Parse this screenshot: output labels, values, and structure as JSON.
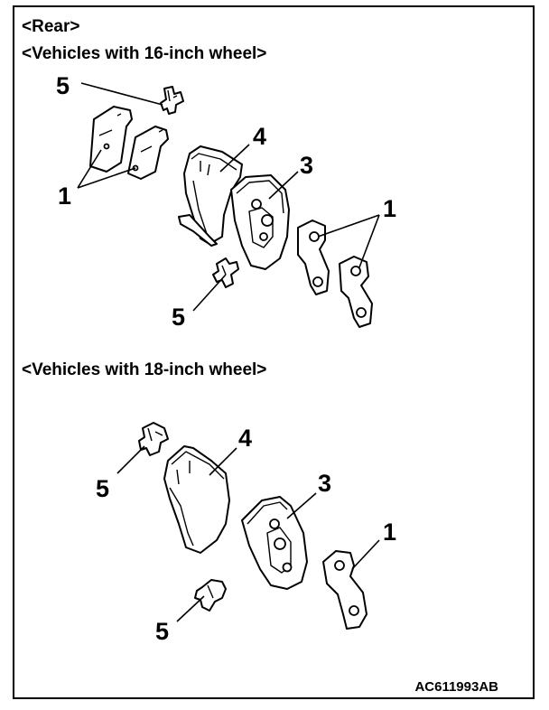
{
  "headings": {
    "rear": "<Rear>",
    "section_16": "<Vehicles with 16-inch wheel>",
    "section_18": "<Vehicles with 18-inch wheel>"
  },
  "callouts": {
    "top": {
      "n5_upper": "5",
      "n1_left": "1",
      "n4": "4",
      "n3": "3",
      "n1_right": "1",
      "n5_lower": "5"
    },
    "bottom": {
      "n4": "4",
      "n5_upper": "5",
      "n3": "3",
      "n1": "1",
      "n5_lower": "5"
    }
  },
  "figure_code": "AC611993AB"
}
